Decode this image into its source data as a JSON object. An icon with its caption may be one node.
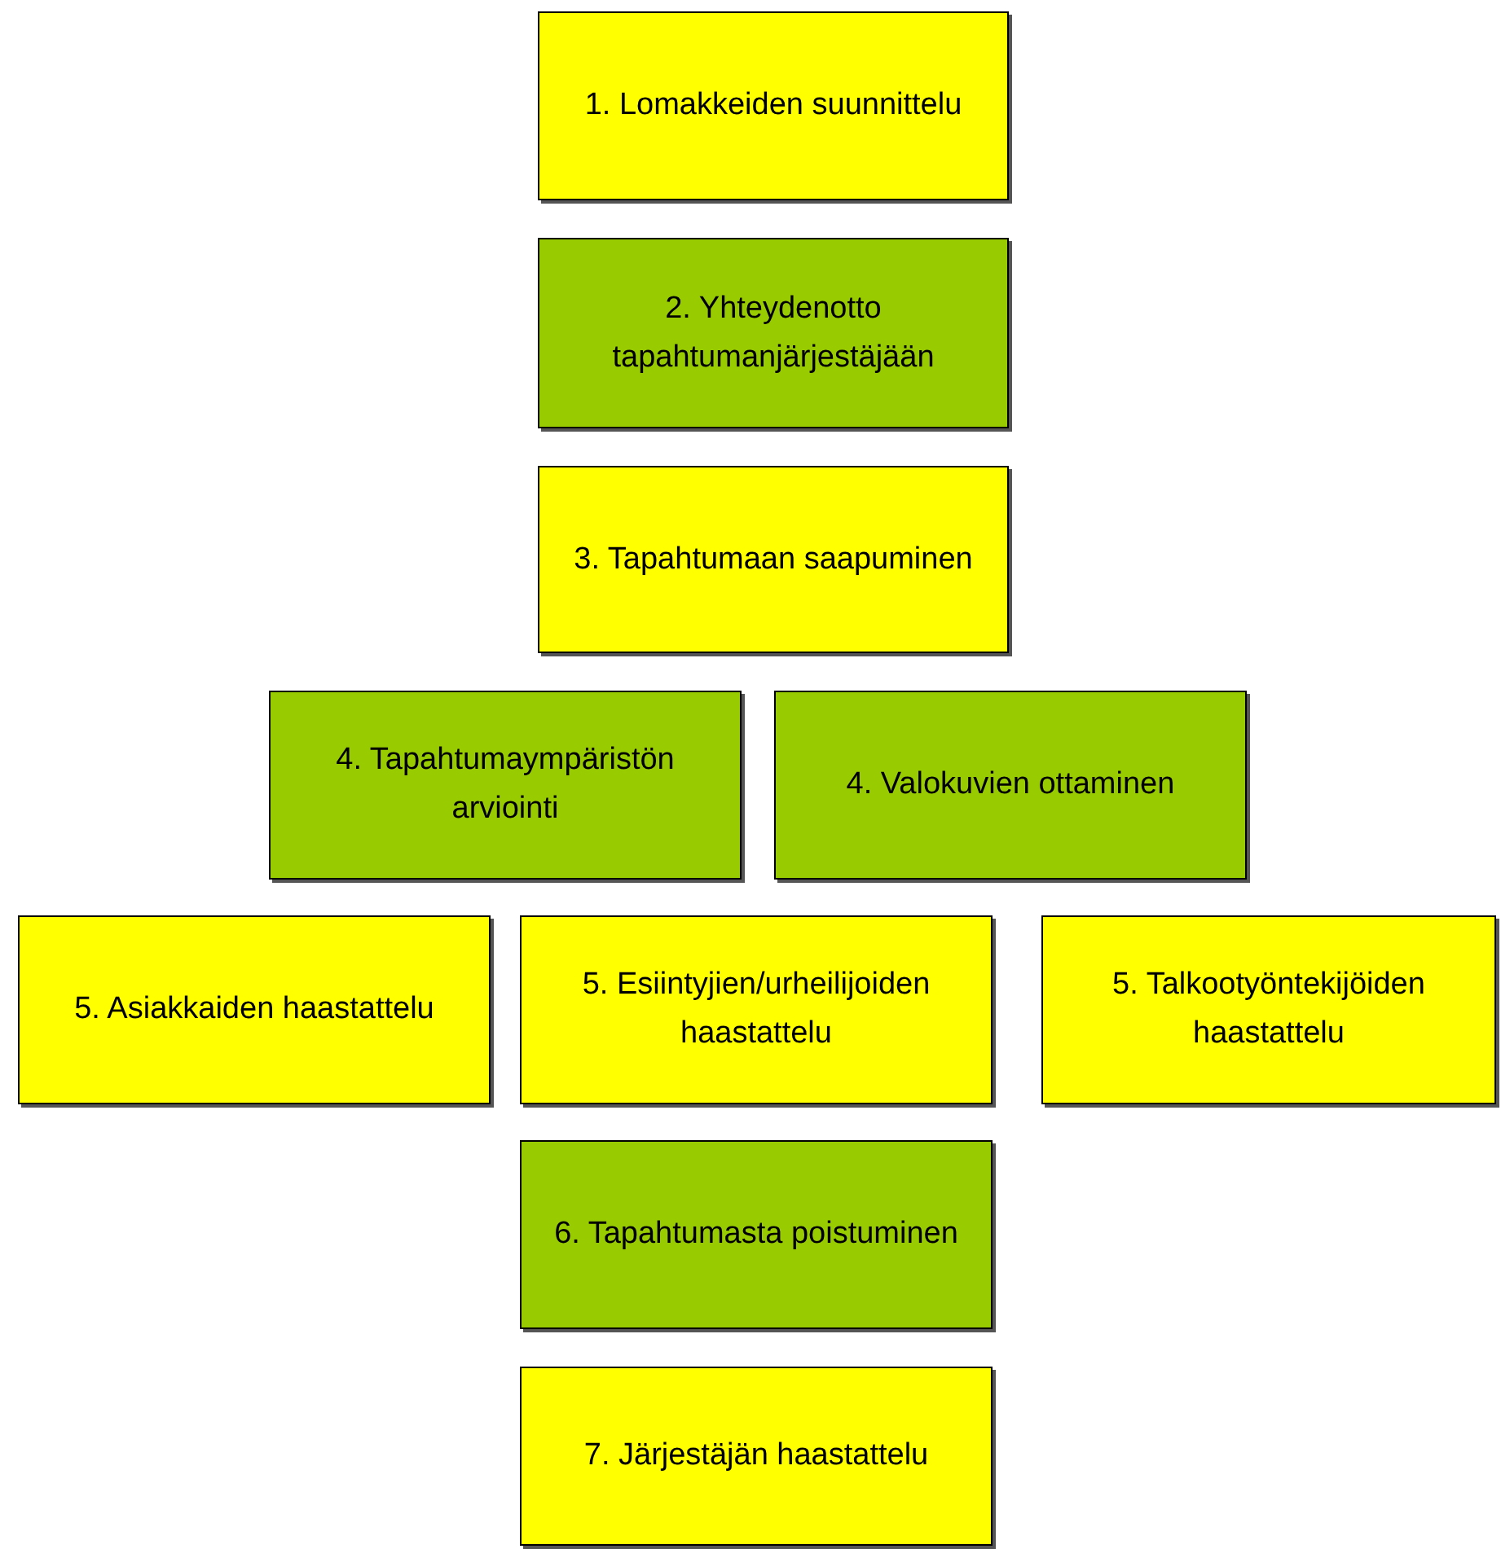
{
  "diagram": {
    "nodes": [
      {
        "text": [
          "1. Lomakkeiden suunnittelu"
        ]
      },
      {
        "text": [
          "2. Yhteydenotto tapahtumanjärjestäjään"
        ]
      },
      {
        "text": [
          "3. Tapahtumaan saapuminen"
        ]
      },
      {
        "text": [
          "4. Tapahtumaympäristön arviointi"
        ]
      },
      {
        "text": [
          "4. Valokuvien ottaminen"
        ]
      },
      {
        "text": [
          "5. Asiakkaiden haastattelu"
        ]
      },
      {
        "text": [
          "5. Esiintyjien/urheilijoiden haastattelu"
        ]
      },
      {
        "text": [
          "5. Talkootyöntekijöiden haastattelu"
        ]
      },
      {
        "text": [
          "6. Tapahtumasta poistuminen"
        ]
      },
      {
        "text": [
          "7. Järjestäjän haastattelu"
        ]
      }
    ]
  }
}
